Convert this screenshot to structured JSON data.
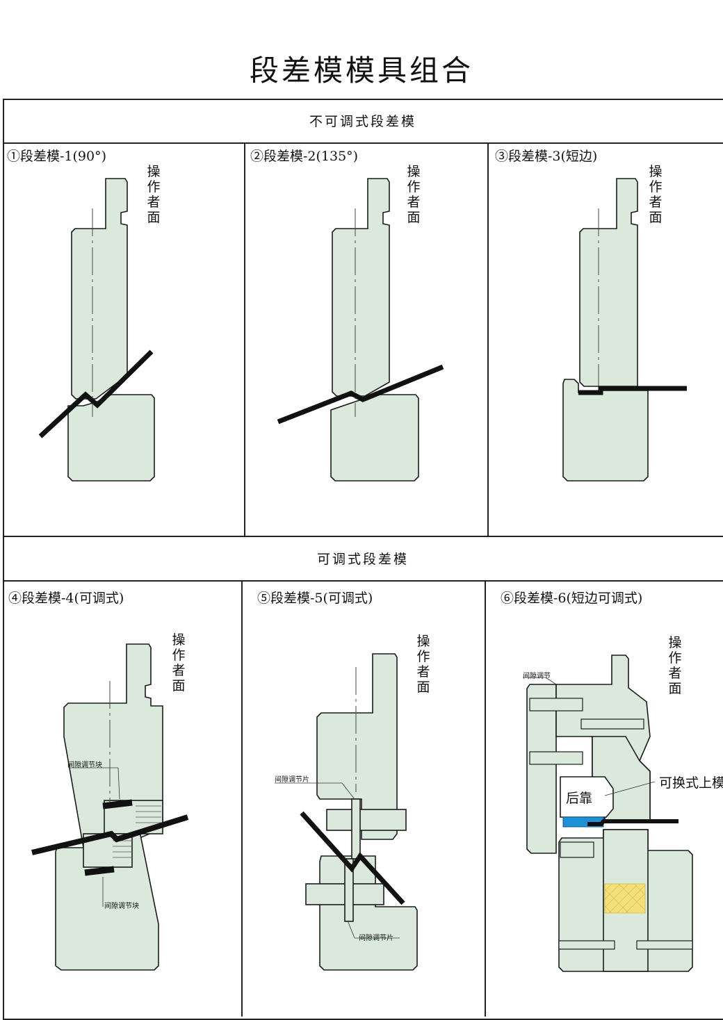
{
  "title": "段差模模具组合",
  "sections": {
    "fixed": "不可调式段差模",
    "adjustable": "可调式段差模"
  },
  "panels": [
    {
      "label": "①段差模-1(90°)",
      "operator_side": "操作者面"
    },
    {
      "label": "②段差模-2(135°)",
      "operator_side": "操作者面"
    },
    {
      "label": "③段差模-3(短边)",
      "operator_side": "操作者面"
    },
    {
      "label": "④段差模-4(可调式)",
      "operator_side": "操作者面",
      "callout_upper": "间隙调节块",
      "callout_lower": "间隙调节块"
    },
    {
      "label": "⑤段差模-5(可调式)",
      "operator_side": "操作者面",
      "callout_upper": "间隙调节片",
      "callout_lower": "间隙调节片"
    },
    {
      "label": "⑥段差模-6(短边可调式)",
      "operator_side": "操作者面",
      "callout_gap": "间隙调节",
      "callout_backstop": "后靠",
      "callout_upper_die": "可换式上模"
    }
  ],
  "colors": {
    "die_fill": "#dbe8dc",
    "outline": "#1a1a1a",
    "sheet": "#111111",
    "backstop": "#1e90d6",
    "hatch": "#f3e07a"
  }
}
